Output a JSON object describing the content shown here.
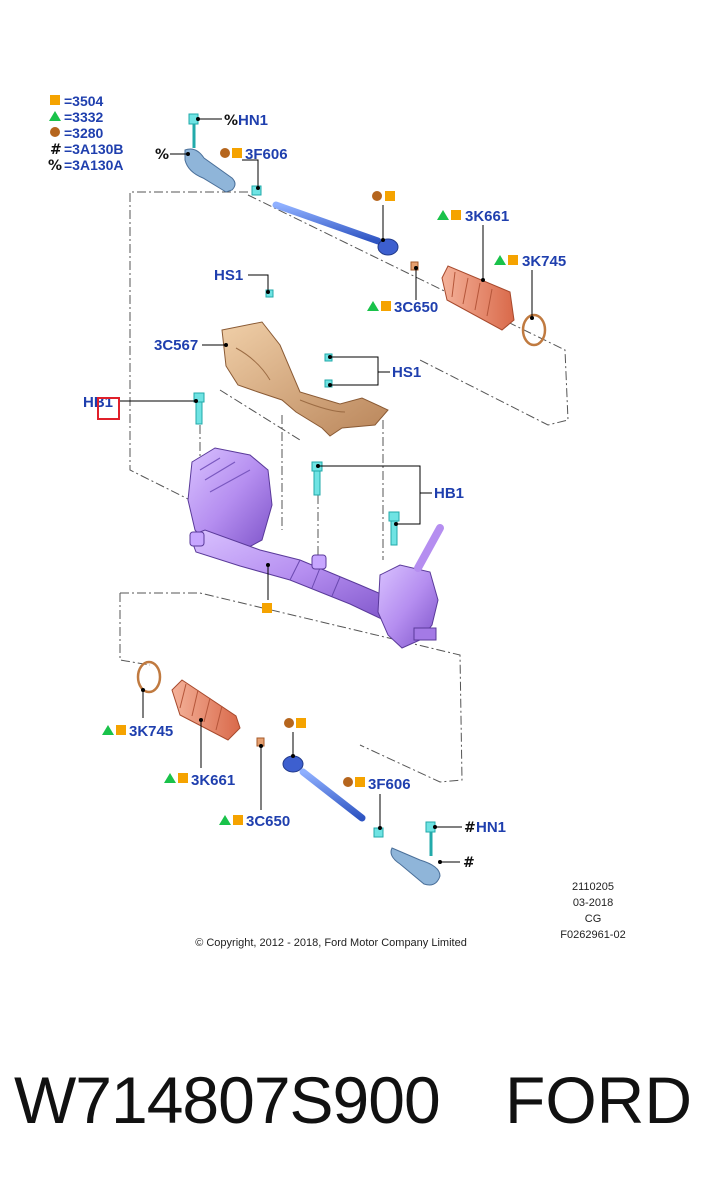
{
  "legend": [
    {
      "symbol": "square-orange",
      "text": "=3504"
    },
    {
      "symbol": "triangle-green",
      "text": "=3332"
    },
    {
      "symbol": "circle-brown",
      "text": "=3280"
    },
    {
      "symbol": "#",
      "text": "=3A130B"
    },
    {
      "symbol": "%",
      "text": "=3A130A"
    }
  ],
  "callouts": {
    "hn1_top": "HN1",
    "hn1_top_prefix": "%",
    "pct_top": "%",
    "f606_top": "3F606",
    "k661_top": "3K661",
    "k745_top": "3K745",
    "c650_top": "3C650",
    "hs1_upper": "HS1",
    "c567": "3C567",
    "hs1_right": "HS1",
    "hb1_left": "HB1",
    "hb1_right": "HB1",
    "k745_bottom": "3K745",
    "k661_bottom": "3K661",
    "c650_bottom": "3C650",
    "f606_bottom": "3F606",
    "hn1_bottom": "HN1",
    "hn1_bottom_prefix": "#",
    "hash_bottom": "#"
  },
  "meta": {
    "code": "2110205",
    "date": "03-2018",
    "initials": "CG",
    "figure_id": "F0262961-02",
    "copyright": "© Copyright, 2012 - 2018, Ford Motor Company Limited"
  },
  "footer": {
    "part_number": "W714807S900",
    "brand": "FORD"
  },
  "colors": {
    "label_blue": "#1f3fae",
    "marker_orange": "#f5a300",
    "marker_green": "#19c24a",
    "marker_brown": "#b5651d",
    "highlight_red": "#e0202a",
    "rack_purple": "#b58ef0",
    "boot_salmon": "#e9886a",
    "heatshield_tan": "#d9a87a",
    "fastener_cyan": "#6fe3e3"
  }
}
